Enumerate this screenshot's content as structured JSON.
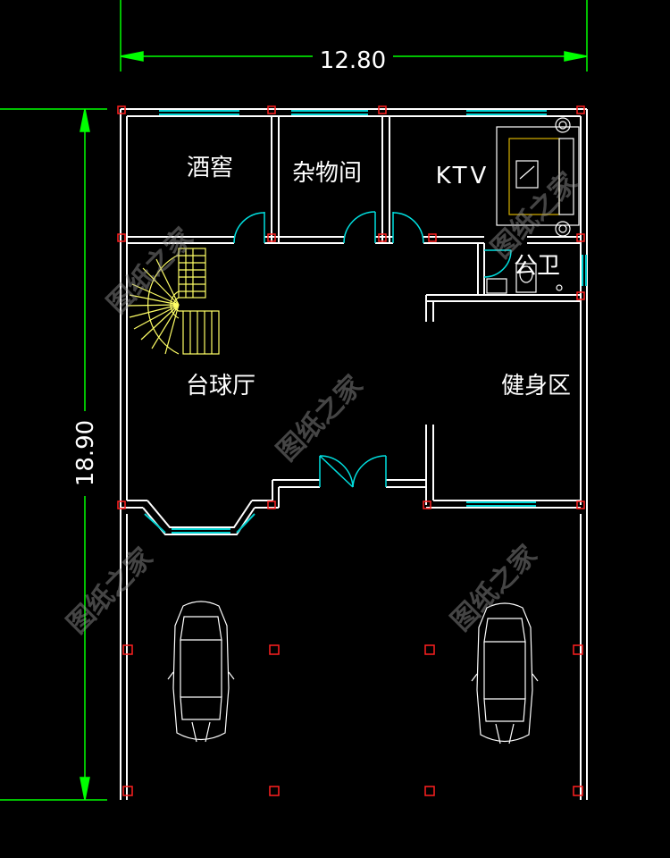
{
  "dimensions": {
    "width": "12.80",
    "height": "18.90"
  },
  "rooms": {
    "wine_cellar": "酒窖",
    "storage": "杂物间",
    "ktv": "KTV",
    "bathroom": "公卫",
    "billiards": "台球厅",
    "gym": "健身区"
  },
  "watermark": "图纸之家",
  "colors": {
    "background": "#000000",
    "wall": "#ffffff",
    "dimension": "#00ff00",
    "window": "#00d0d0",
    "column": "#ff2020",
    "stair": "#ffff66",
    "door": "#00e0e0",
    "furniture": "#ffffff"
  }
}
